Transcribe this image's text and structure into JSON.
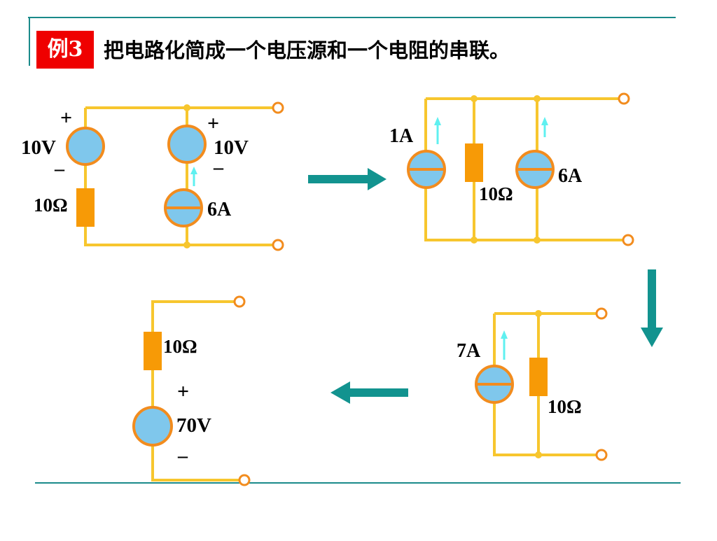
{
  "header": {
    "example_badge": "例3",
    "title": "把电路化简成一个电压源和一个电阻的串联。"
  },
  "circuit_a": {
    "left_plus": "+",
    "left_voltage": "10V",
    "left_minus": "–",
    "resistor": "10Ω",
    "right_plus": "+",
    "right_voltage": "10V",
    "right_minus": "–",
    "current": "6A"
  },
  "circuit_b": {
    "left_current": "1A",
    "resistor": "10Ω",
    "right_current": "6A"
  },
  "circuit_c": {
    "current": "7A",
    "resistor": "10Ω"
  },
  "circuit_d": {
    "resistor": "10Ω",
    "plus": "+",
    "voltage": "70V",
    "minus": "–"
  },
  "colors": {
    "wire": "#f7c62e",
    "source_fill": "#7fc7ec",
    "source_stroke": "#f28c1e",
    "resistor": "#f79a06",
    "arrow": "#12938f",
    "current_arrow": "#5ff0f0",
    "accent_line": "#1a8a8a",
    "badge": "#ef0000"
  }
}
